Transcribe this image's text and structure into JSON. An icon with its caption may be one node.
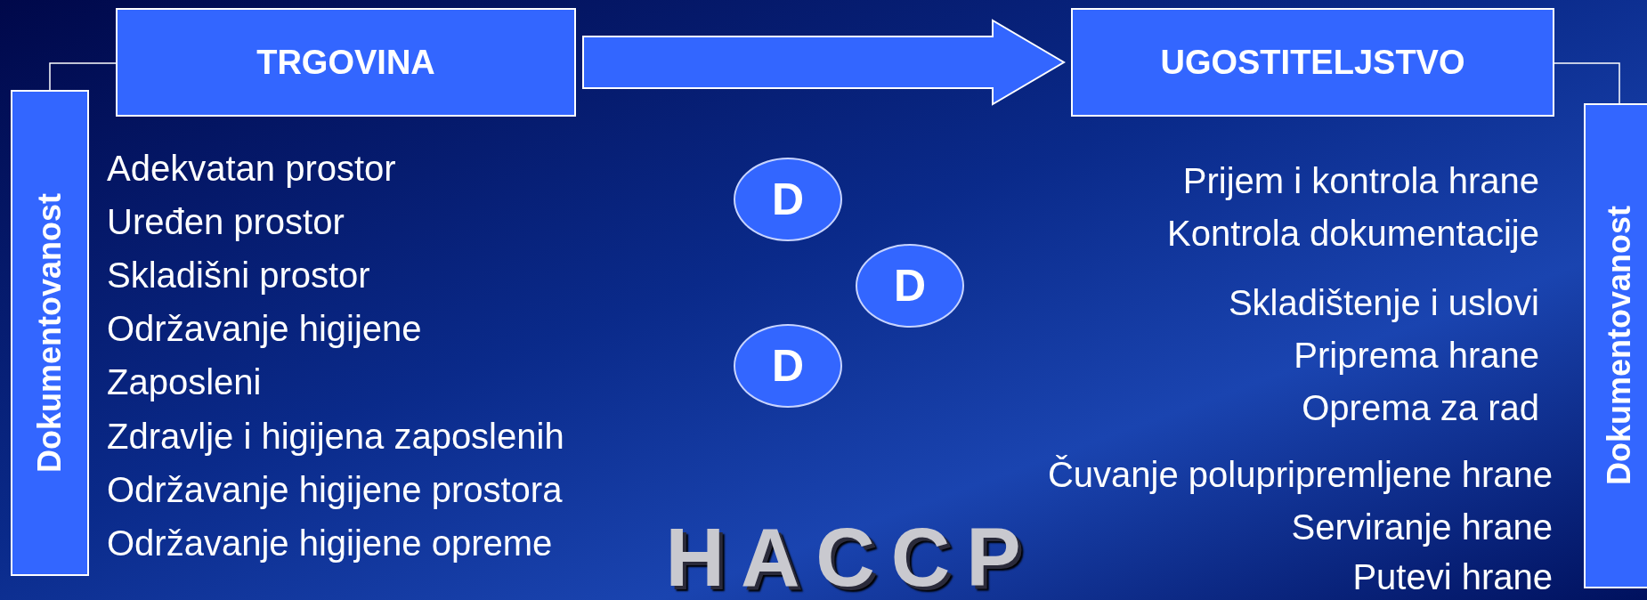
{
  "diagram": {
    "nodes": [
      {
        "text": [
          "TRGOVINA"
        ]
      },
      {
        "text": [
          "UGOSTITELJSTVO"
        ]
      },
      {
        "text": [
          "Dokumentovanost"
        ]
      },
      {
        "text": [
          "Dokumentovanost"
        ]
      },
      {
        "text": [
          "D"
        ]
      },
      {
        "text": [
          "D"
        ]
      },
      {
        "text": [
          "D"
        ]
      }
    ],
    "edges": [
      {
        "from": 2,
        "to": 0,
        "arrow": "none"
      },
      {
        "from": 0,
        "to": 1,
        "arrow": "to",
        "style": "thick"
      },
      {
        "from": 3,
        "to": 1,
        "arrow": "none"
      }
    ],
    "labels": [
      "Adekvatan prostor",
      "Uređen prostor",
      "Skladišni prostor",
      "Održavanje higijene",
      "Zaposleni",
      "Zdravlje i higijena zaposlenih",
      "Održavanje higijene prostora",
      "Održavanje higijene opreme",
      "Prijem i kontrola hrane",
      "Kontrola dokumentacije",
      "Skladištenje i uslovi",
      "Priprema hrane",
      "Oprema za rad",
      "Čuvanje polupripremljene hrane",
      "Serviranje hrane",
      "Putevi hrane",
      "HACCP"
    ]
  }
}
